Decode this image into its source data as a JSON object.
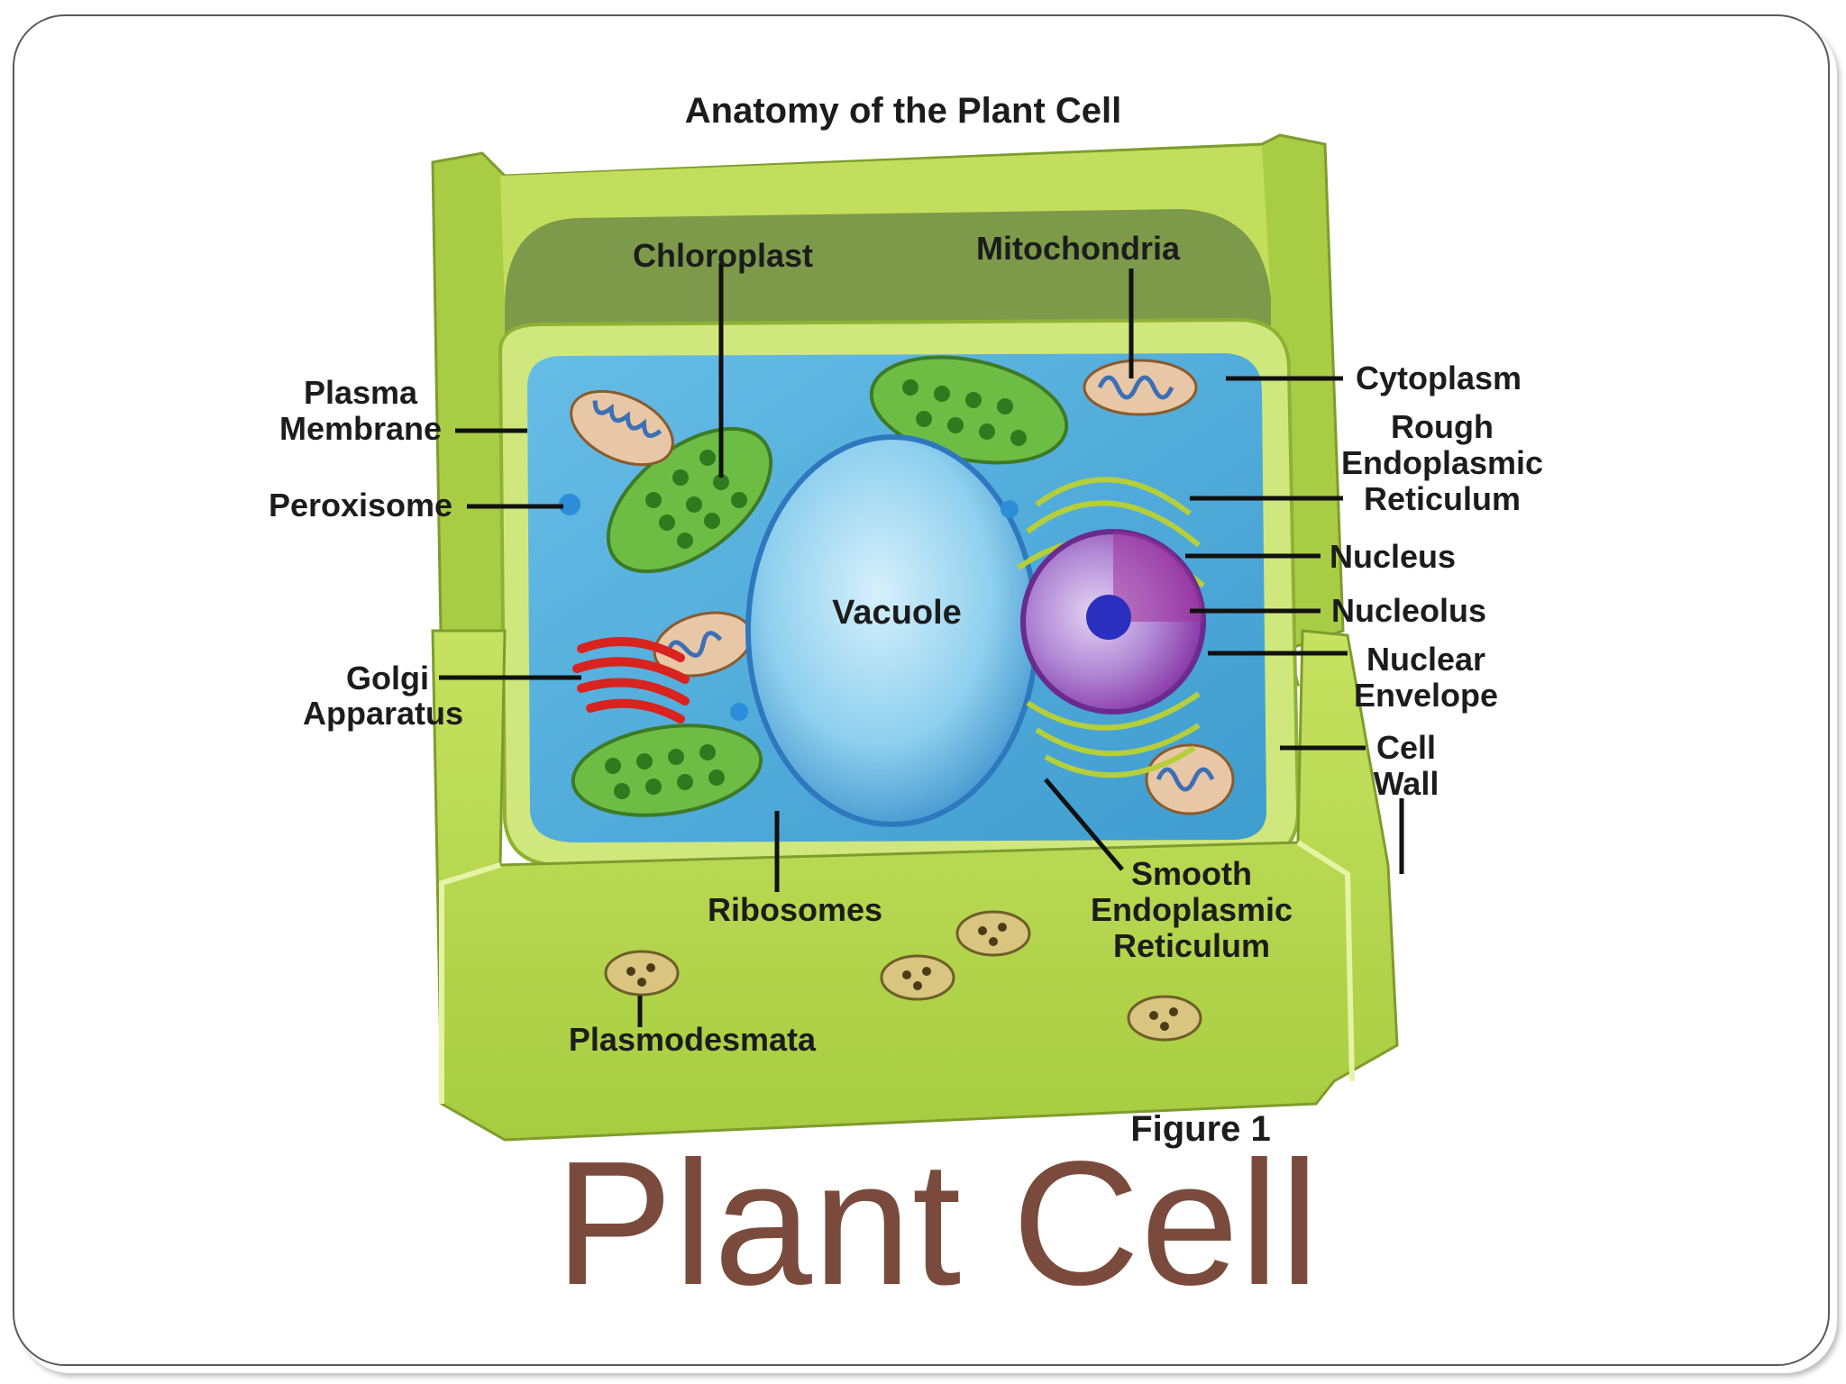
{
  "diagram": {
    "heading": "Anatomy of the Plant Cell",
    "labels": {
      "chloroplast": "Chloroplast",
      "mitochondria": "Mitochondria",
      "plasma_membrane_1": "Plasma",
      "plasma_membrane_2": "Membrane",
      "peroxisome": "Peroxisome",
      "golgi_1": "Golgi",
      "golgi_2": "Apparatus",
      "cytoplasm": "Cytoplasm",
      "rough_er_1": "Rough",
      "rough_er_2": "Endoplasmic",
      "rough_er_3": "Reticulum",
      "nucleus": "Nucleus",
      "nucleolus": "Nucleolus",
      "nuclear_envelope_1": "Nuclear",
      "nuclear_envelope_2": "Envelope",
      "cell_wall_1": "Cell",
      "cell_wall_2": "Wall",
      "vacuole": "Vacuole",
      "ribosomes": "Ribosomes",
      "smooth_er_1": "Smooth",
      "smooth_er_2": "Endoplasmic",
      "smooth_er_3": "Reticulum",
      "plasmodesmata": "Plasmodesmata"
    },
    "figure_caption": "Figure 1"
  },
  "slide": {
    "title": "Plant Cell"
  },
  "colors": {
    "cell_wall": "#b5d64a",
    "cell_wall_dark": "#8fb134",
    "cytoplasm": "#4fa9d8",
    "vacuole": "#8fd0ee",
    "nucleus": "#9b6ac4",
    "golgi": "#d8231e",
    "chloroplast": "#5aa83a",
    "title": "#7a4b3c"
  }
}
